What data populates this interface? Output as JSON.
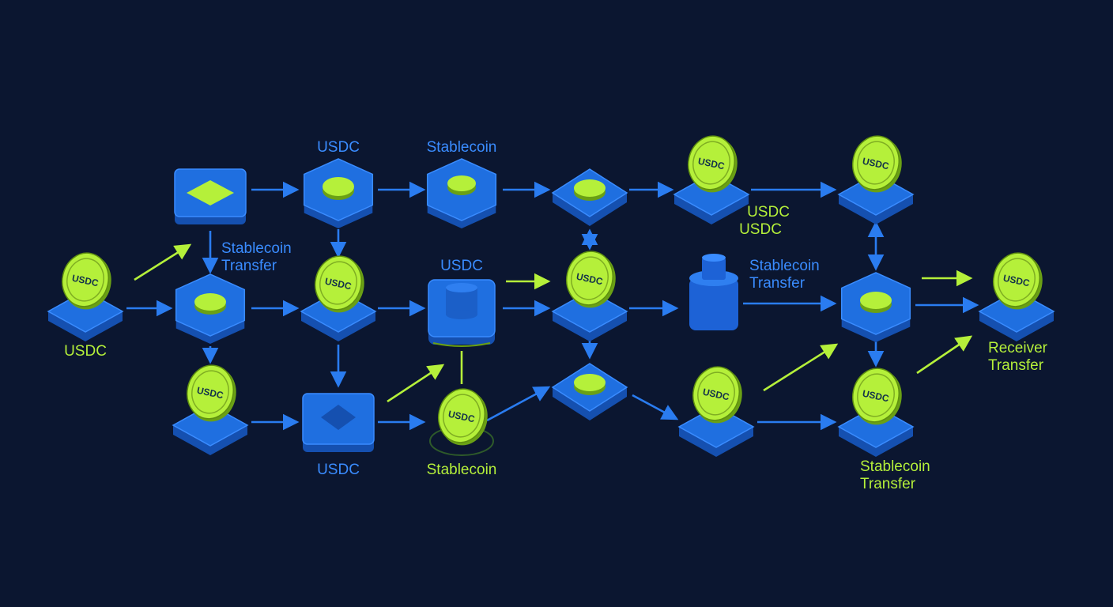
{
  "colors": {
    "background": "#0b1630",
    "platform_top": "#1f6fe0",
    "platform_side": "#1550b0",
    "platform_edge": "#3a8cff",
    "coin_fill": "#b5f03a",
    "coin_edge": "#6aa015",
    "coin_text": "#14324a",
    "arrow_blue": "#2a7cf0",
    "arrow_green": "#b5f03a",
    "label_blue": "#3a8cff",
    "label_green": "#b5f03a"
  },
  "coin_text": "USDC",
  "labels": {
    "usdc_top": "USDC",
    "stablecoin_top": "Stablecoin",
    "stablecoin_transfer_left_1": "Stablecoin",
    "stablecoin_transfer_left_2": "Transfer",
    "usdc_middle": "USDC",
    "usdc_left": "USDC",
    "usdc_bottom": "USDC",
    "stablecoin_bottom": "Stablecoin",
    "usdc_pair_1": "USDC",
    "usdc_pair_2": "USDC",
    "stablecoin_transfer_right_1": "Stablecoin",
    "stablecoin_transfer_right_2": "Transfer",
    "receiver_transfer_1": "Receiver",
    "receiver_transfer_2": "Transfer",
    "stablecoin_transfer_bottom_1": "Stablecoin",
    "stablecoin_transfer_bottom_2": "Transfer"
  }
}
